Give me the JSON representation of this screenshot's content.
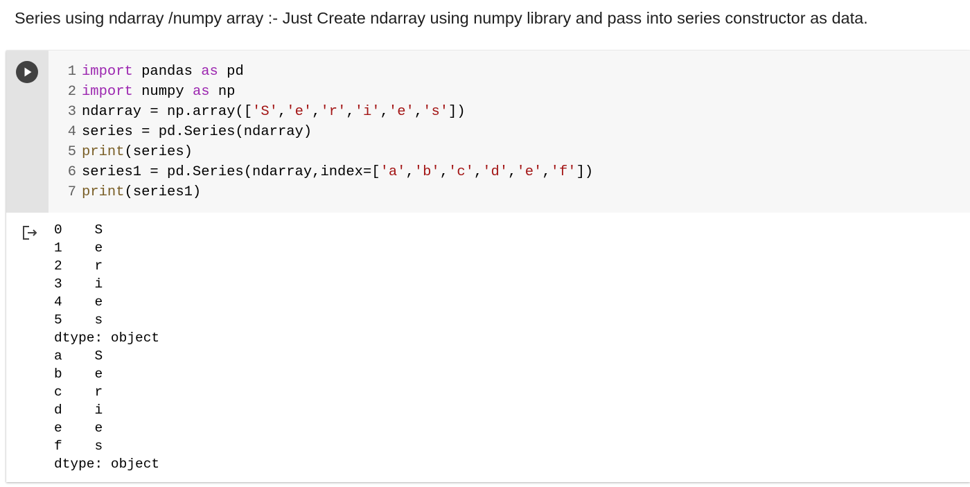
{
  "description": "Series using ndarray /numpy array :- Just Create ndarray using numpy library and pass into series constructor as data.",
  "cell": {
    "run_button_icon": "play-icon",
    "output_icon": "output-arrow-icon",
    "code_lines": [
      {
        "num": "1",
        "tokens": [
          {
            "t": "kw",
            "v": "import"
          },
          {
            "t": "plain",
            "v": " pandas "
          },
          {
            "t": "kw",
            "v": "as"
          },
          {
            "t": "plain",
            "v": " pd"
          }
        ]
      },
      {
        "num": "2",
        "tokens": [
          {
            "t": "kw",
            "v": "import"
          },
          {
            "t": "plain",
            "v": " numpy "
          },
          {
            "t": "kw",
            "v": "as"
          },
          {
            "t": "plain",
            "v": " np"
          }
        ]
      },
      {
        "num": "3",
        "tokens": [
          {
            "t": "plain",
            "v": "ndarray = np.array(["
          },
          {
            "t": "str",
            "v": "'S'"
          },
          {
            "t": "plain",
            "v": ","
          },
          {
            "t": "str",
            "v": "'e'"
          },
          {
            "t": "plain",
            "v": ","
          },
          {
            "t": "str",
            "v": "'r'"
          },
          {
            "t": "plain",
            "v": ","
          },
          {
            "t": "str",
            "v": "'i'"
          },
          {
            "t": "plain",
            "v": ","
          },
          {
            "t": "str",
            "v": "'e'"
          },
          {
            "t": "plain",
            "v": ","
          },
          {
            "t": "str",
            "v": "'s'"
          },
          {
            "t": "plain",
            "v": "])"
          }
        ]
      },
      {
        "num": "4",
        "tokens": [
          {
            "t": "plain",
            "v": "series = pd.Series(ndarray)"
          }
        ]
      },
      {
        "num": "5",
        "tokens": [
          {
            "t": "fn",
            "v": "print"
          },
          {
            "t": "plain",
            "v": "(series)"
          }
        ]
      },
      {
        "num": "6",
        "tokens": [
          {
            "t": "plain",
            "v": "series1 = pd.Series(ndarray,index=["
          },
          {
            "t": "str",
            "v": "'a'"
          },
          {
            "t": "plain",
            "v": ","
          },
          {
            "t": "str",
            "v": "'b'"
          },
          {
            "t": "plain",
            "v": ","
          },
          {
            "t": "str",
            "v": "'c'"
          },
          {
            "t": "plain",
            "v": ","
          },
          {
            "t": "str",
            "v": "'d'"
          },
          {
            "t": "plain",
            "v": ","
          },
          {
            "t": "str",
            "v": "'e'"
          },
          {
            "t": "plain",
            "v": ","
          },
          {
            "t": "str",
            "v": "'f'"
          },
          {
            "t": "plain",
            "v": "])"
          }
        ]
      },
      {
        "num": "7",
        "tokens": [
          {
            "t": "fn",
            "v": "print"
          },
          {
            "t": "plain",
            "v": "(series1)"
          }
        ]
      }
    ],
    "output_lines": [
      "0    S",
      "1    e",
      "2    r",
      "3    i",
      "4    e",
      "5    s",
      "dtype: object",
      "a    S",
      "b    e",
      "c    r",
      "d    i",
      "e    e",
      "f    s",
      "dtype: object"
    ]
  }
}
